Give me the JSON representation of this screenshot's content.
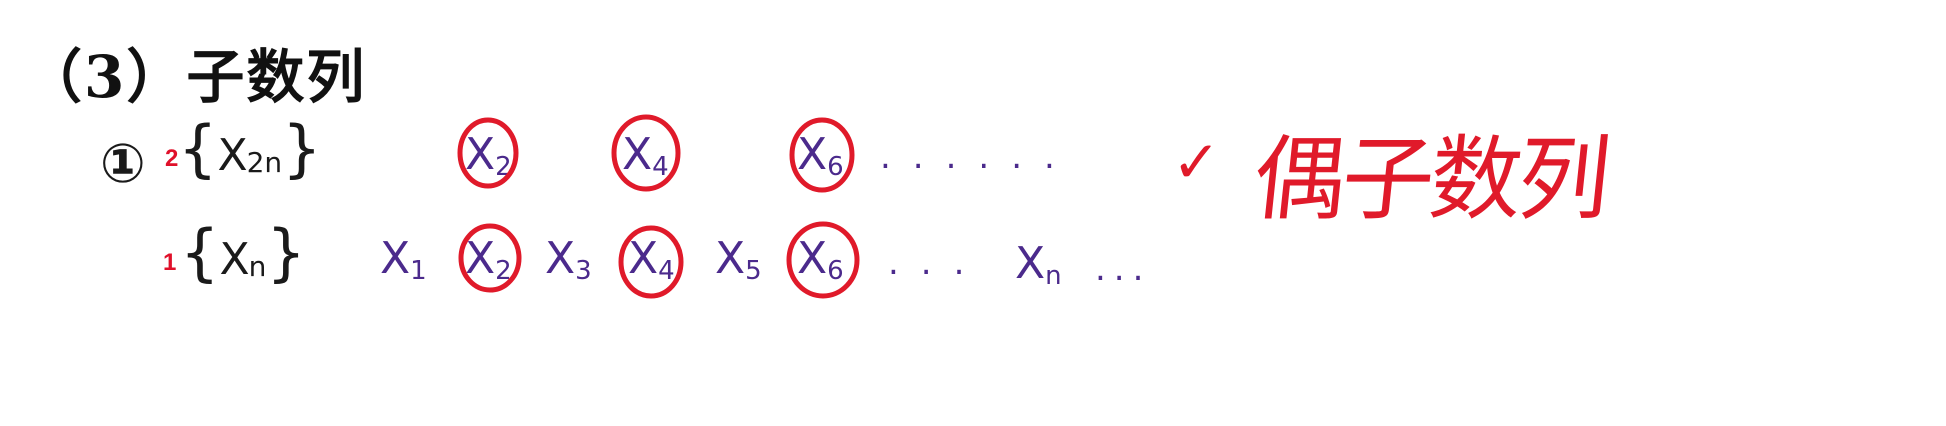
{
  "title": "（3）子数列",
  "row1": {
    "bullet": "①",
    "marker": "2",
    "seq_left": "{",
    "seq_x": "X",
    "seq_sub": "2n",
    "seq_right": "}",
    "terms": [
      {
        "x": "X",
        "sub": "2"
      },
      {
        "x": "X",
        "sub": "4"
      },
      {
        "x": "X",
        "sub": "6"
      }
    ],
    "dots": "......",
    "check": "✓",
    "note": "偶子数列"
  },
  "row2": {
    "marker": "1",
    "seq_left": "{",
    "seq_x": "X",
    "seq_sub": "n",
    "seq_right": "}",
    "terms": [
      {
        "x": "X",
        "sub": "1"
      },
      {
        "x": "X",
        "sub": "2"
      },
      {
        "x": "X",
        "sub": "3"
      },
      {
        "x": "X",
        "sub": "4"
      },
      {
        "x": "X",
        "sub": "5"
      },
      {
        "x": "X",
        "sub": "6"
      }
    ],
    "dots": "...",
    "last": {
      "x": "X",
      "sub": "n"
    },
    "trail": "..."
  },
  "colors": {
    "ink_black": "#1a1a1a",
    "ink_purple": "#4b2a8c",
    "ink_red": "#e01a2a"
  }
}
